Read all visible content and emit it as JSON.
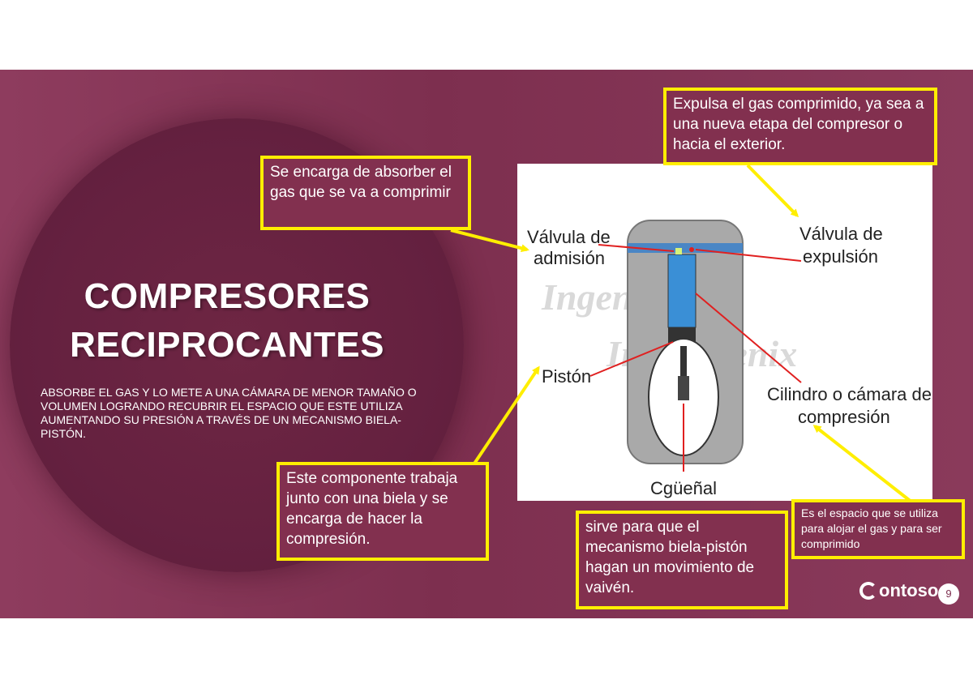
{
  "slide": {
    "title_line1": "COMPRESORES",
    "title_line2": "RECIPROCANTES",
    "description": "ABSORBE EL GAS Y LO METE A UNA CÁMARA DE MENOR TAMAÑO O VOLUMEN LOGRANDO RECUBRIR EL ESPACIO QUE ESTE UTILIZA AUMENTANDO SU PRESIÓN A TRAVÉS DE UN MECANISMO BIELA-PISTÓN.",
    "page_number": "9",
    "logo_text": "ontoso"
  },
  "callouts": {
    "intake": "Se encarga de absorber el gas que se va a comprimir",
    "exhaust": "Expulsa el gas comprimido, ya sea a una nueva etapa del compresor o hacia el exterior.",
    "piston": "Este componente trabaja junto con una biela y se encarga de hacer la compresión.",
    "crankshaft": "sirve para que el mecanismo biela-pistón hagan un movimiento de vaivén.",
    "cylinder": "Es el espacio que se utiliza para alojar el gas y para ser comprimido"
  },
  "diagram_labels": {
    "intake_l1": "Válvula de",
    "intake_l2": "admisión",
    "exhaust_l1": "Válvula de",
    "exhaust_l2": "expulsión",
    "piston": "Pistón",
    "cylinder_l1": "Cilindro o cámara de",
    "cylinder_l2": "compresión",
    "crankshaft": "Cgüeñal",
    "watermark_1": "Ingeniería",
    "watermark_2": "Industrienix"
  },
  "colors": {
    "accent": "#ffee00",
    "background": "#82304f",
    "piston_blue": "#3a8fd6",
    "red_lines": "#e02020"
  }
}
